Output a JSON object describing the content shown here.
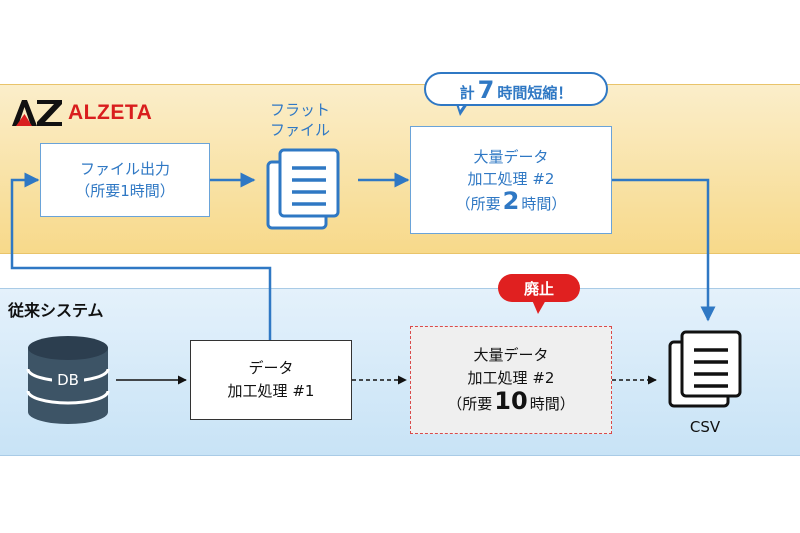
{
  "logo": {
    "mark": "AZ",
    "name": "ALZETA",
    "brand_color": "#d91e1e"
  },
  "top_band": {
    "file_output": {
      "line1": "ファイル出力",
      "line2": "（所要1時間）"
    },
    "flat_file": {
      "line1": "フラット",
      "line2": "ファイル",
      "icon": "document-stack-icon"
    },
    "bulk_process": {
      "line1": "大量データ",
      "line2": "加工処理 #2",
      "req_prefix": "（所要",
      "req_value": "2",
      "req_suffix": "時間）"
    },
    "savings_bubble": {
      "prefix": "計",
      "value": "7",
      "suffix": "時間短縮！"
    }
  },
  "bottom_band": {
    "section_label": "従来システム",
    "db": {
      "label": "DB",
      "icon": "database-icon"
    },
    "process1": {
      "line1": "データ",
      "line2": "加工処理 #1"
    },
    "process2": {
      "line1": "大量データ",
      "line2": "加工処理 #2",
      "req_prefix": "（所要",
      "req_value": "10",
      "req_suffix": "時間）"
    },
    "abolished_badge": "廃止",
    "csv": {
      "label": "CSV",
      "icon": "csv-document-icon"
    }
  },
  "colors": {
    "accent_blue": "#2f78c4",
    "alert_red": "#e02020",
    "top_band": "#f7d98a",
    "bottom_band": "#c8e3f6"
  }
}
